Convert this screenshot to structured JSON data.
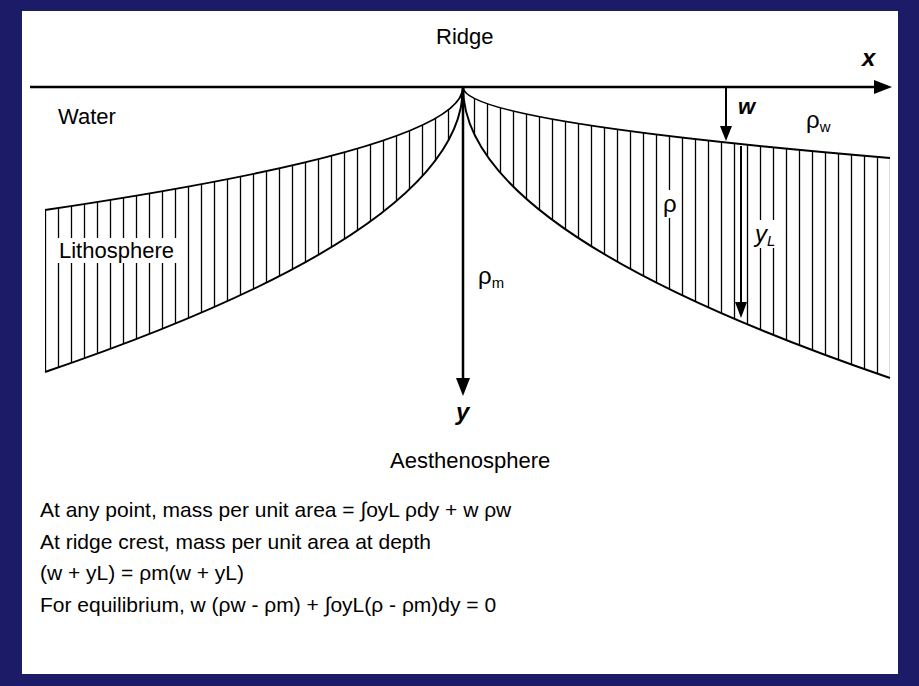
{
  "diagram": {
    "labels": [
      "Ridge",
      "x",
      "Water",
      "w",
      "ρw",
      "Lithosphere",
      "ρ",
      "yL",
      "ρm",
      "y",
      "Aesthenosphere",
      "At any point, mass per unit area = ∫oyL ρdy + w ρw",
      "At ridge crest, mass per unit area at depth",
      "(w + yL) = ρm(w + yL)",
      "For equilibrium, w (ρw - ρm) + ∫oyL(ρ - ρm)dy = 0"
    ]
  }
}
